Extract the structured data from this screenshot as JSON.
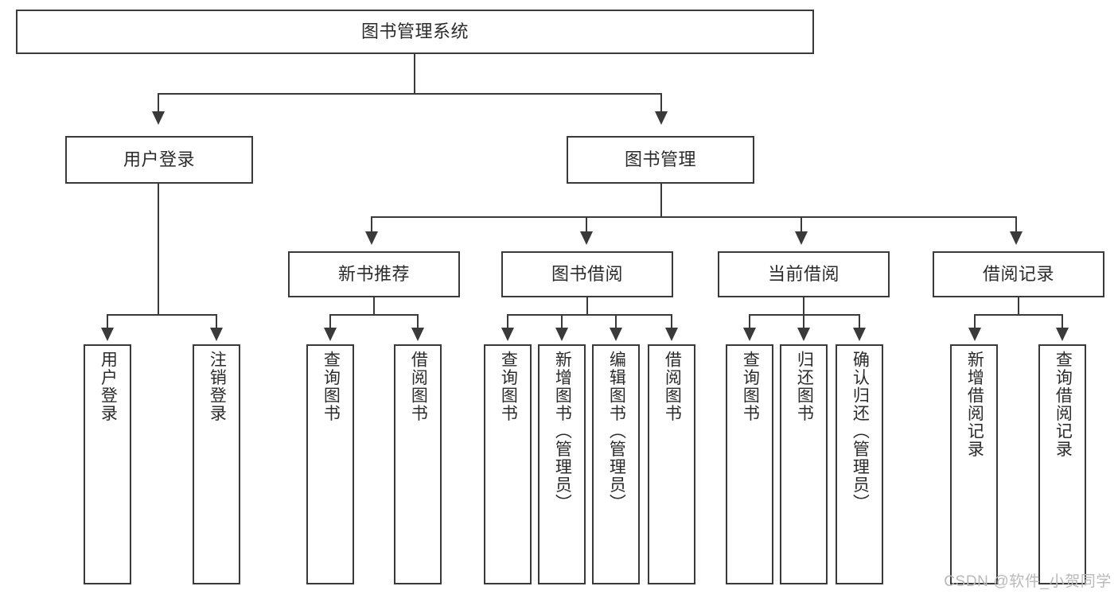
{
  "diagram": {
    "type": "tree-hierarchy",
    "title": "图书管理系统",
    "orientation": "top-down",
    "colors": {
      "stroke": "#3a3a3a",
      "fill": "#ffffff",
      "text": "#2b2b2b",
      "watermark": "#b9b9b9"
    },
    "levels": 4
  },
  "root": {
    "label": "图书管理系统"
  },
  "level2": [
    {
      "label": "用户登录"
    },
    {
      "label": "图书管理"
    }
  ],
  "level3": [
    {
      "label": "新书推荐"
    },
    {
      "label": "图书借阅"
    },
    {
      "label": "当前借阅"
    },
    {
      "label": "借阅记录"
    }
  ],
  "leaves": {
    "user_login": [
      {
        "label": "用户登录"
      },
      {
        "label": "注销登录"
      }
    ],
    "new_book_recommend": [
      {
        "label": "查询图书"
      },
      {
        "label": "借阅图书"
      }
    ],
    "book_borrow": [
      {
        "label": "查询图书"
      },
      {
        "label": "新增图书（管理员）"
      },
      {
        "label": "编辑图书（管理员）"
      },
      {
        "label": "借阅图书"
      }
    ],
    "current_borrow": [
      {
        "label": "查询图书"
      },
      {
        "label": "归还图书"
      },
      {
        "label": "确认归还（管理员）"
      }
    ],
    "borrow_record": [
      {
        "label": "新增借阅记录"
      },
      {
        "label": "查询借阅记录"
      }
    ]
  },
  "watermark": {
    "text": "CSDN @软件_小贺同学"
  }
}
